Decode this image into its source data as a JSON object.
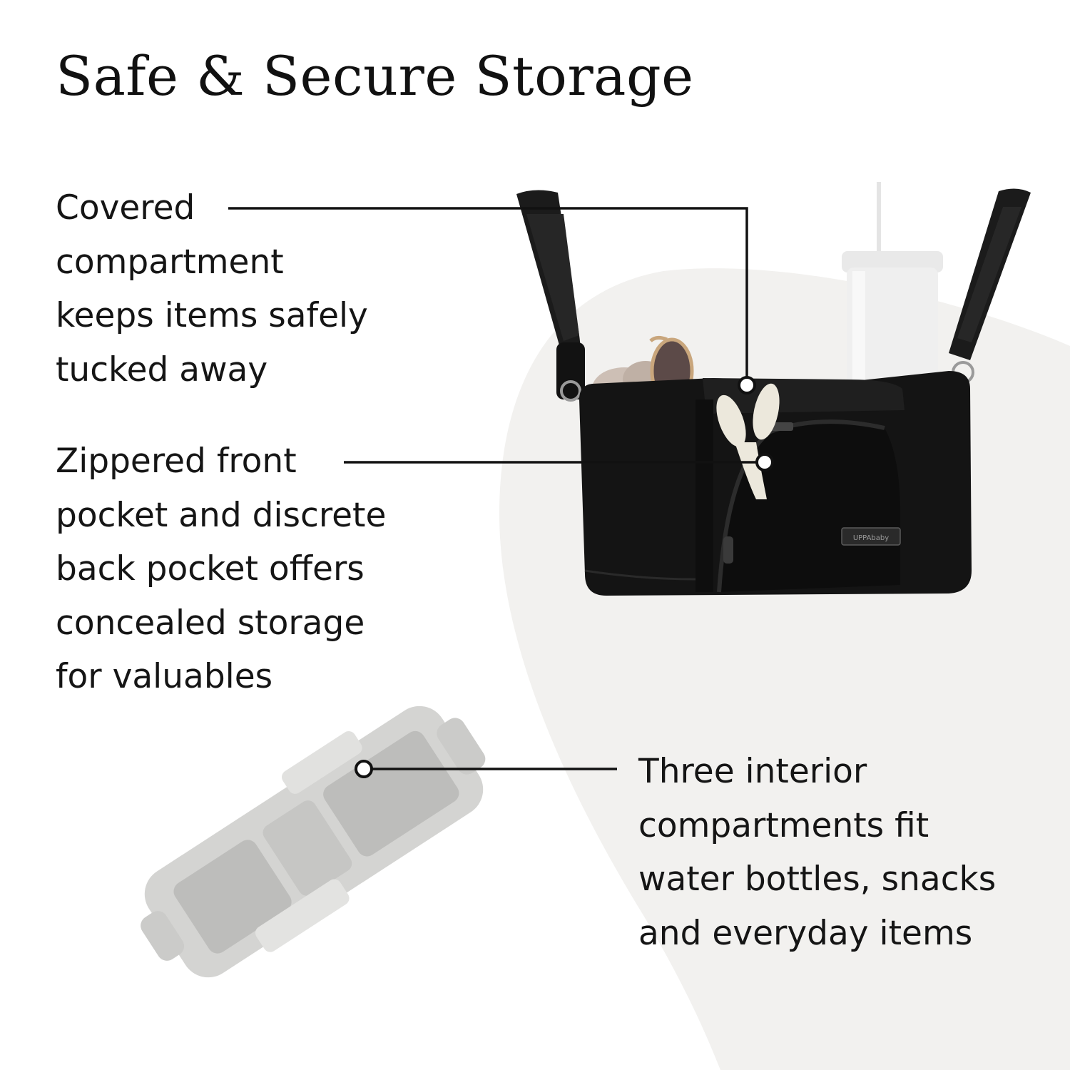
{
  "title": "Safe & Secure Storage",
  "callouts": [
    {
      "lines": [
        "Covered",
        "compartment",
        "keeps items safely",
        "tucked away"
      ]
    },
    {
      "lines": [
        "Zippered front",
        "pocket and discrete",
        "back pocket offers",
        "concealed storage",
        "for valuables"
      ]
    },
    {
      "lines": [
        "Three interior",
        "compartments fit",
        "water bottles, snacks",
        "and everyday items"
      ]
    }
  ],
  "brand_tag": "UPPAbaby",
  "colors": {
    "background": "#ffffff",
    "backdrop": "#f2f1ef",
    "text": "#151515",
    "organizer_black": "#141414",
    "organizer_grey": "#d3d3d1"
  }
}
